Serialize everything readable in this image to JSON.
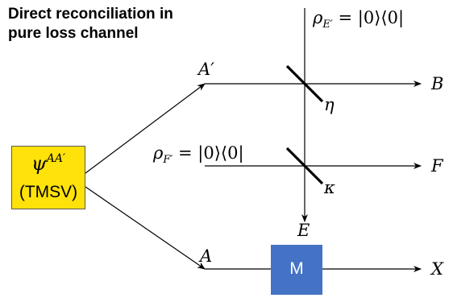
{
  "title": {
    "line1": "Direct reconciliation in",
    "line2": "pure loss channel"
  },
  "source_box": {
    "psi": "ψ",
    "psi_sup": "AA′",
    "caption": "(TMSV)",
    "fill": "#ffe20a"
  },
  "modes": {
    "a_prime": "A′",
    "a": "A",
    "b": "B",
    "f": "F",
    "e": "E",
    "x": "X"
  },
  "beamsplitters": {
    "eta": "η",
    "kappa": "κ"
  },
  "env_states": {
    "rho_e": "ρ",
    "rho_e_sub": "E′",
    "rho_e_rhs": " = |0⟩⟨0|",
    "rho_f": "ρ",
    "rho_f_sub": "F′",
    "rho_f_rhs": " = |0⟩⟨0|"
  },
  "measurement": {
    "label": "M",
    "fill": "#4472c4"
  }
}
